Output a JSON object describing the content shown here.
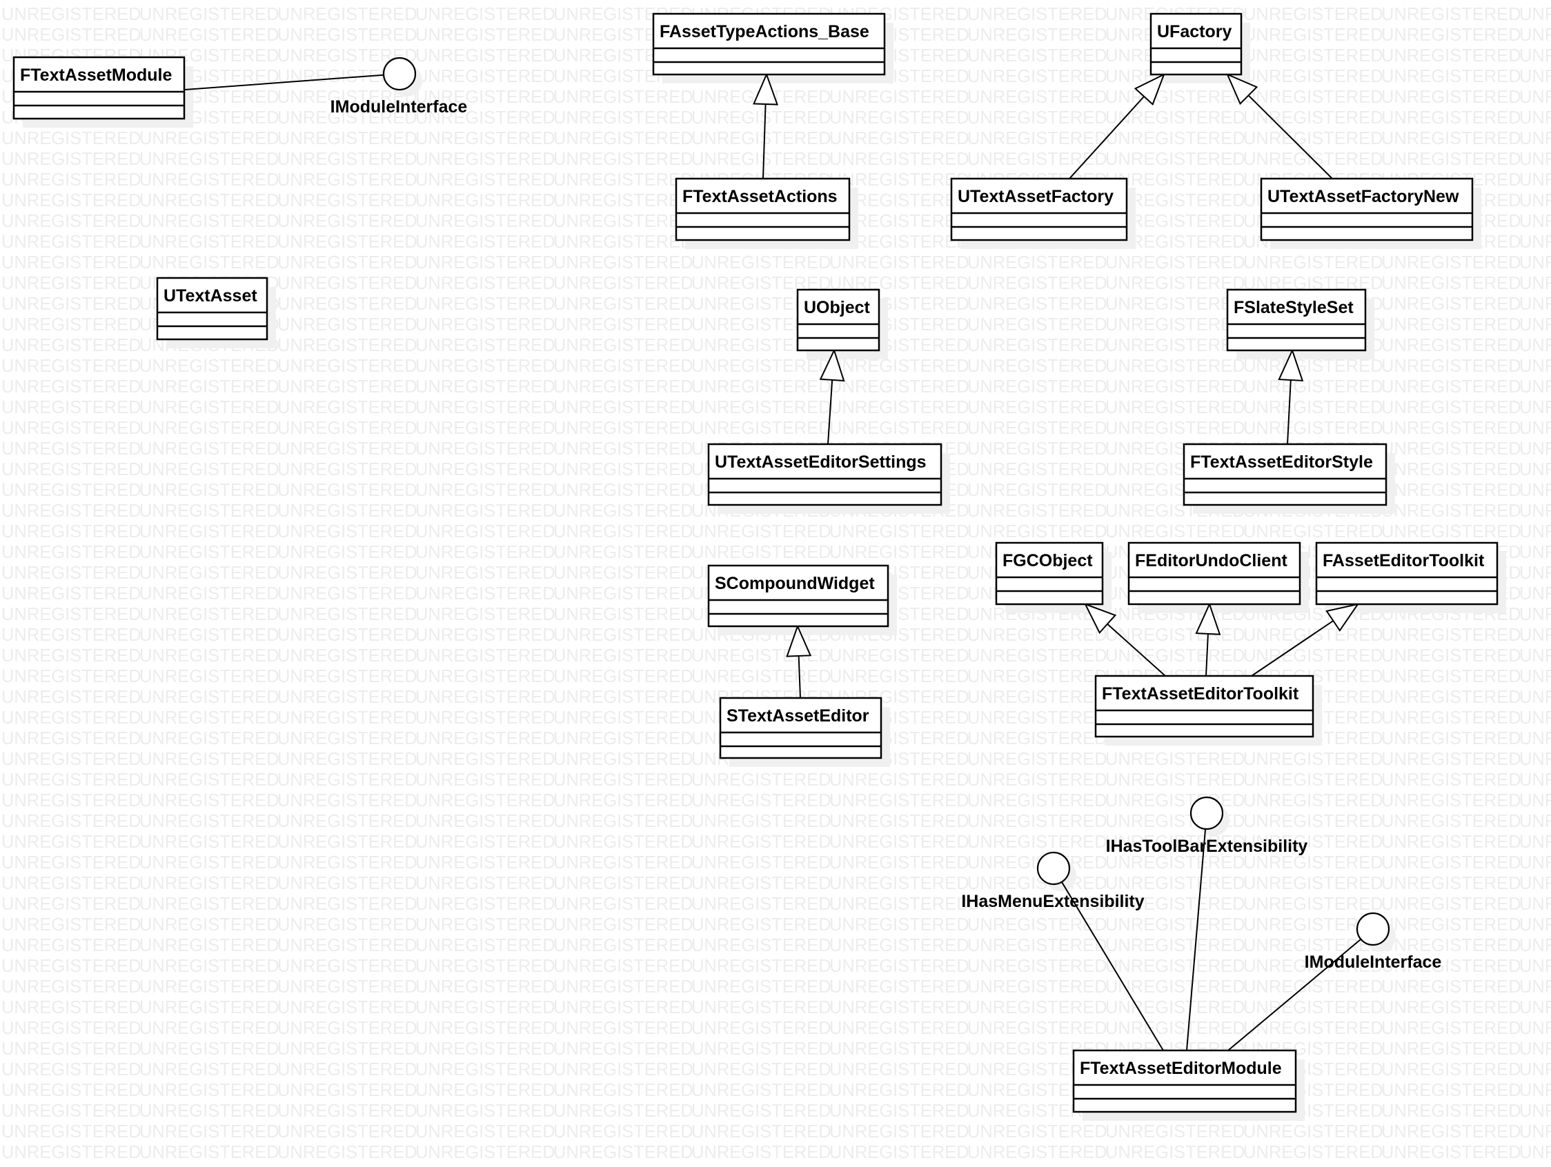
{
  "diagram": {
    "type": "UML class diagram",
    "watermark_text": "UNREGISTERED",
    "classes": {
      "ftextassetmodule": "FTextAssetModule",
      "fassettypeactions_base": "FAssetTypeActions_Base",
      "ufactory": "UFactory",
      "ftextassetactions": "FTextAssetActions",
      "utextassetfactory": "UTextAssetFactory",
      "utextassetfactorynew": "UTextAssetFactoryNew",
      "utextasset": "UTextAsset",
      "uobject": "UObject",
      "fslatestyleset": "FSlateStyleSet",
      "utextasseteditorsettings": "UTextAssetEditorSettings",
      "ftextasseteditorstyle": "FTextAssetEditorStyle",
      "scompoundwidget": "SCompoundWidget",
      "fgcobject": "FGCObject",
      "feditorundoclient": "FEditorUndoClient",
      "fasseteditortoolkit": "FAssetEditorToolkit",
      "stextasseteditor": "STextAssetEditor",
      "ftextasseteditortoolkit": "FTextAssetEditorToolkit",
      "ftextasseteditormodule": "FTextAssetEditorModule"
    },
    "interfaces": {
      "imoduleinterface_1": "IModuleInterface",
      "ihastoolbarextensibility": "IHasToolBarExtensibility",
      "ihasmenuextensibility": "IHasMenuExtensibility",
      "imoduleinterface_2": "IModuleInterface"
    },
    "generalizations": [
      {
        "child": "ftextassetactions",
        "parent": "fassettypeactions_base"
      },
      {
        "child": "utextassetfactory",
        "parent": "ufactory"
      },
      {
        "child": "utextassetfactorynew",
        "parent": "ufactory"
      },
      {
        "child": "utextasseteditorsettings",
        "parent": "uobject"
      },
      {
        "child": "ftextasseteditorstyle",
        "parent": "fslatestyleset"
      },
      {
        "child": "stextasseteditor",
        "parent": "scompoundwidget"
      },
      {
        "child": "ftextasseteditortoolkit",
        "parent": "fgcobject"
      },
      {
        "child": "ftextasseteditortoolkit",
        "parent": "feditorundoclient"
      },
      {
        "child": "ftextasseteditortoolkit",
        "parent": "fasseteditortoolkit"
      }
    ],
    "realizations": [
      {
        "class": "ftextassetmodule",
        "interface": "imoduleinterface_1"
      },
      {
        "class": "ftextasseteditormodule",
        "interface": "ihasmenuextensibility"
      },
      {
        "class": "ftextasseteditormodule",
        "interface": "ihastoolbarextensibility"
      },
      {
        "class": "ftextasseteditormodule",
        "interface": "imoduleinterface_2"
      }
    ]
  }
}
